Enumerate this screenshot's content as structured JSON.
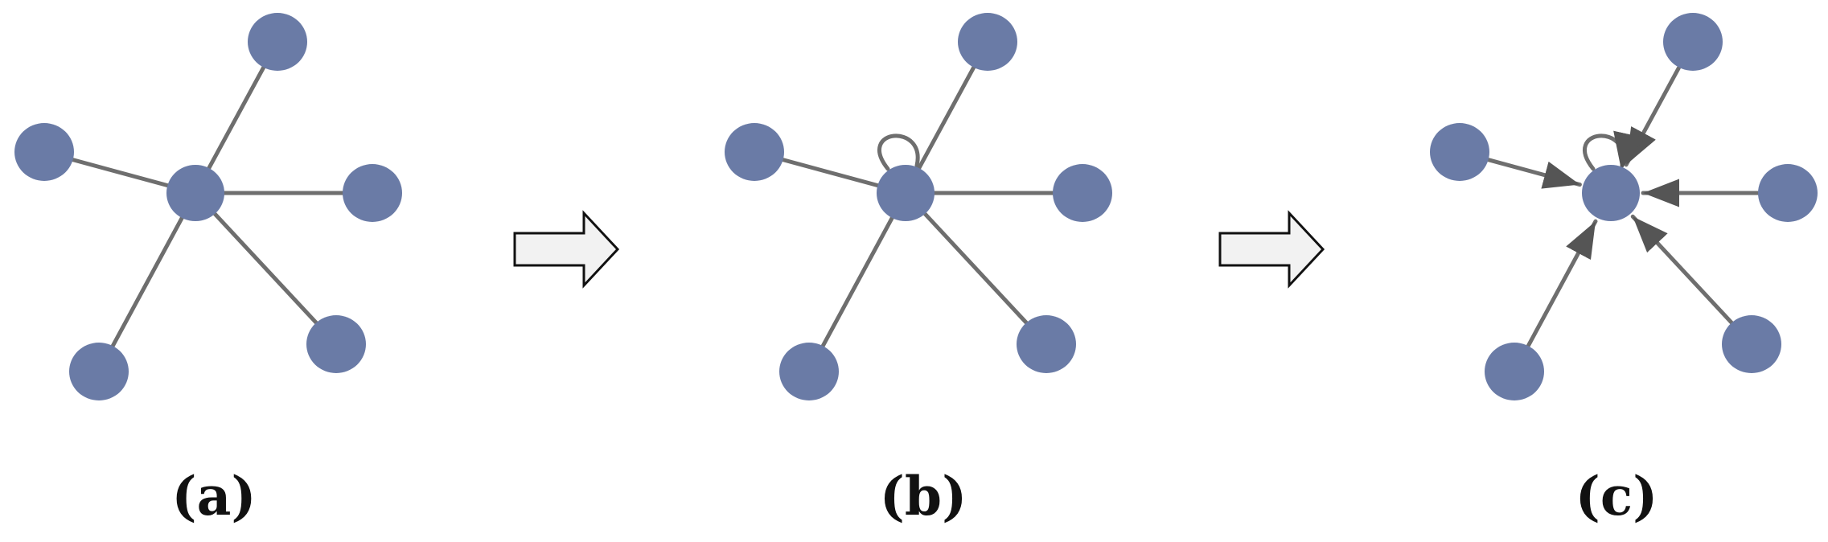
{
  "panels": [
    {
      "id": "a",
      "caption": "(a)",
      "self_loop": false,
      "directed": false
    },
    {
      "id": "b",
      "caption": "(b)",
      "self_loop": true,
      "directed": false
    },
    {
      "id": "c",
      "caption": "(c)",
      "self_loop": true,
      "directed": true
    }
  ],
  "graph": {
    "center": "hub",
    "neighbors": [
      "top",
      "left",
      "right",
      "bottom-left",
      "bottom-right"
    ]
  },
  "colors": {
    "node": "#6a7ba6",
    "edge": "#6e6e6e",
    "arrow_fill": "#f2f2f2",
    "arrow_stroke": "#111111"
  }
}
